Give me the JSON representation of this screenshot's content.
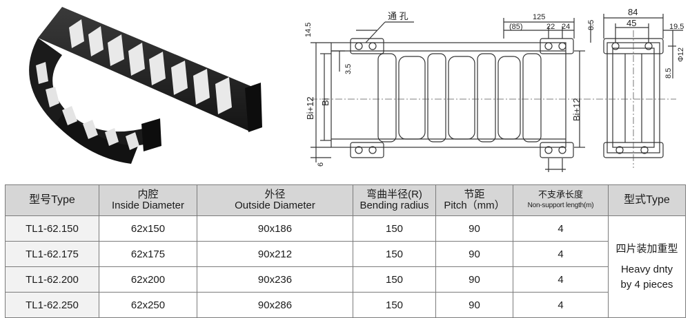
{
  "drawing": {
    "labels": {
      "through_hole": "通 孔",
      "d125": "125",
      "d85": "(85)",
      "d22": "22",
      "d24": "24",
      "d14_5": "14.5",
      "d3_5": "3.5",
      "bi12_left": "Bi+12",
      "bi": "Bi",
      "d6": "6",
      "bi12_right": "Bi+12",
      "d84": "84",
      "d45": "45",
      "d19_5": "19.5",
      "d8_5_top": "8.5",
      "d8_5_right": "8.5",
      "phi12": "Φ12"
    }
  },
  "table": {
    "headers": [
      {
        "main": "型号Type",
        "sub": ""
      },
      {
        "main": "内腔",
        "sub": "Inside Diameter"
      },
      {
        "main": "外径",
        "sub": "Outside Diameter"
      },
      {
        "main": "弯曲半径(R)",
        "sub": "Bending radius"
      },
      {
        "main": "节距",
        "sub": "Pitch（mm）"
      },
      {
        "main": "不支承长度",
        "sub": "Non-support length(m)"
      },
      {
        "main": "型式Type",
        "sub": ""
      }
    ],
    "rows": [
      {
        "model": "TL1-62.150",
        "inside": "62x150",
        "outside": "90x186",
        "radius": "150",
        "pitch": "90",
        "length": "4"
      },
      {
        "model": "TL1-62.175",
        "inside": "62x175",
        "outside": "90x212",
        "radius": "150",
        "pitch": "90",
        "length": "4"
      },
      {
        "model": "TL1-62.200",
        "inside": "62x200",
        "outside": "90x236",
        "radius": "150",
        "pitch": "90",
        "length": "4"
      },
      {
        "model": "TL1-62.250",
        "inside": "62x250",
        "outside": "90x286",
        "radius": "150",
        "pitch": "90",
        "length": "4"
      }
    ],
    "type_cell": {
      "line1": "四片装加重型",
      "line2": "Heavy dnty",
      "line3": "by 4 pieces"
    }
  }
}
